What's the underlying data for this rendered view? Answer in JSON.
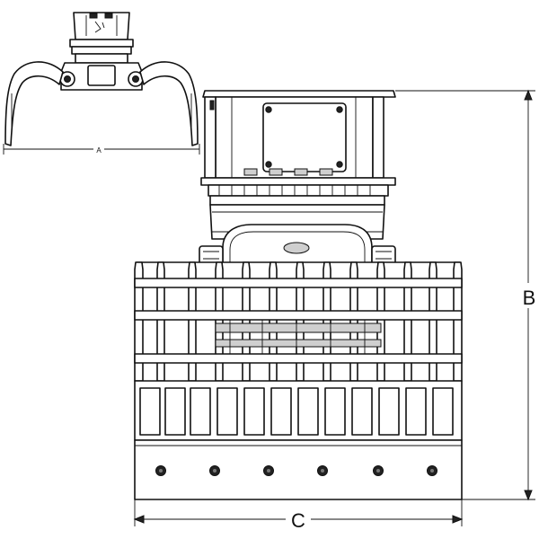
{
  "dimensions": {
    "width_open": "A",
    "height": "B",
    "jaw_width": "C"
  },
  "icons": {
    "mini_view": "grapple-side-view-icon",
    "main_view": "grapple-front-view-icon"
  }
}
